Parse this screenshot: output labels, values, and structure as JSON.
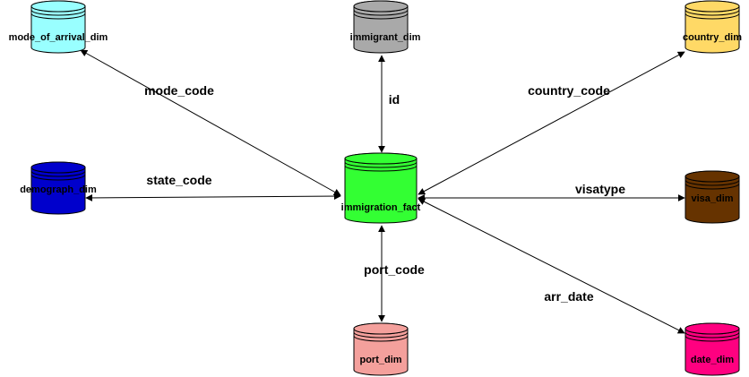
{
  "nodes": {
    "fact": {
      "label": "immigration_fact",
      "color": "#33ff33"
    },
    "mode_of_arrival": {
      "label": "mode_of_arrival_dim",
      "color": "#99ffff"
    },
    "immigrant": {
      "label": "immigrant_dim",
      "color": "#a9a9a9"
    },
    "country": {
      "label": "country_dim",
      "color": "#ffd966"
    },
    "demograph": {
      "label": "demograph_dim",
      "color": "#0000cc"
    },
    "visa": {
      "label": "visa_dim",
      "color": "#663300"
    },
    "port": {
      "label": "port_dim",
      "color": "#f4a09c"
    },
    "date": {
      "label": "date_dim",
      "color": "#ff0080"
    }
  },
  "edges": {
    "mode_code": "mode_code",
    "id": "id",
    "country_code": "country_code",
    "state_code": "state_code",
    "visatype": "visatype",
    "port_code": "port_code",
    "arr_date": "arr_date"
  }
}
